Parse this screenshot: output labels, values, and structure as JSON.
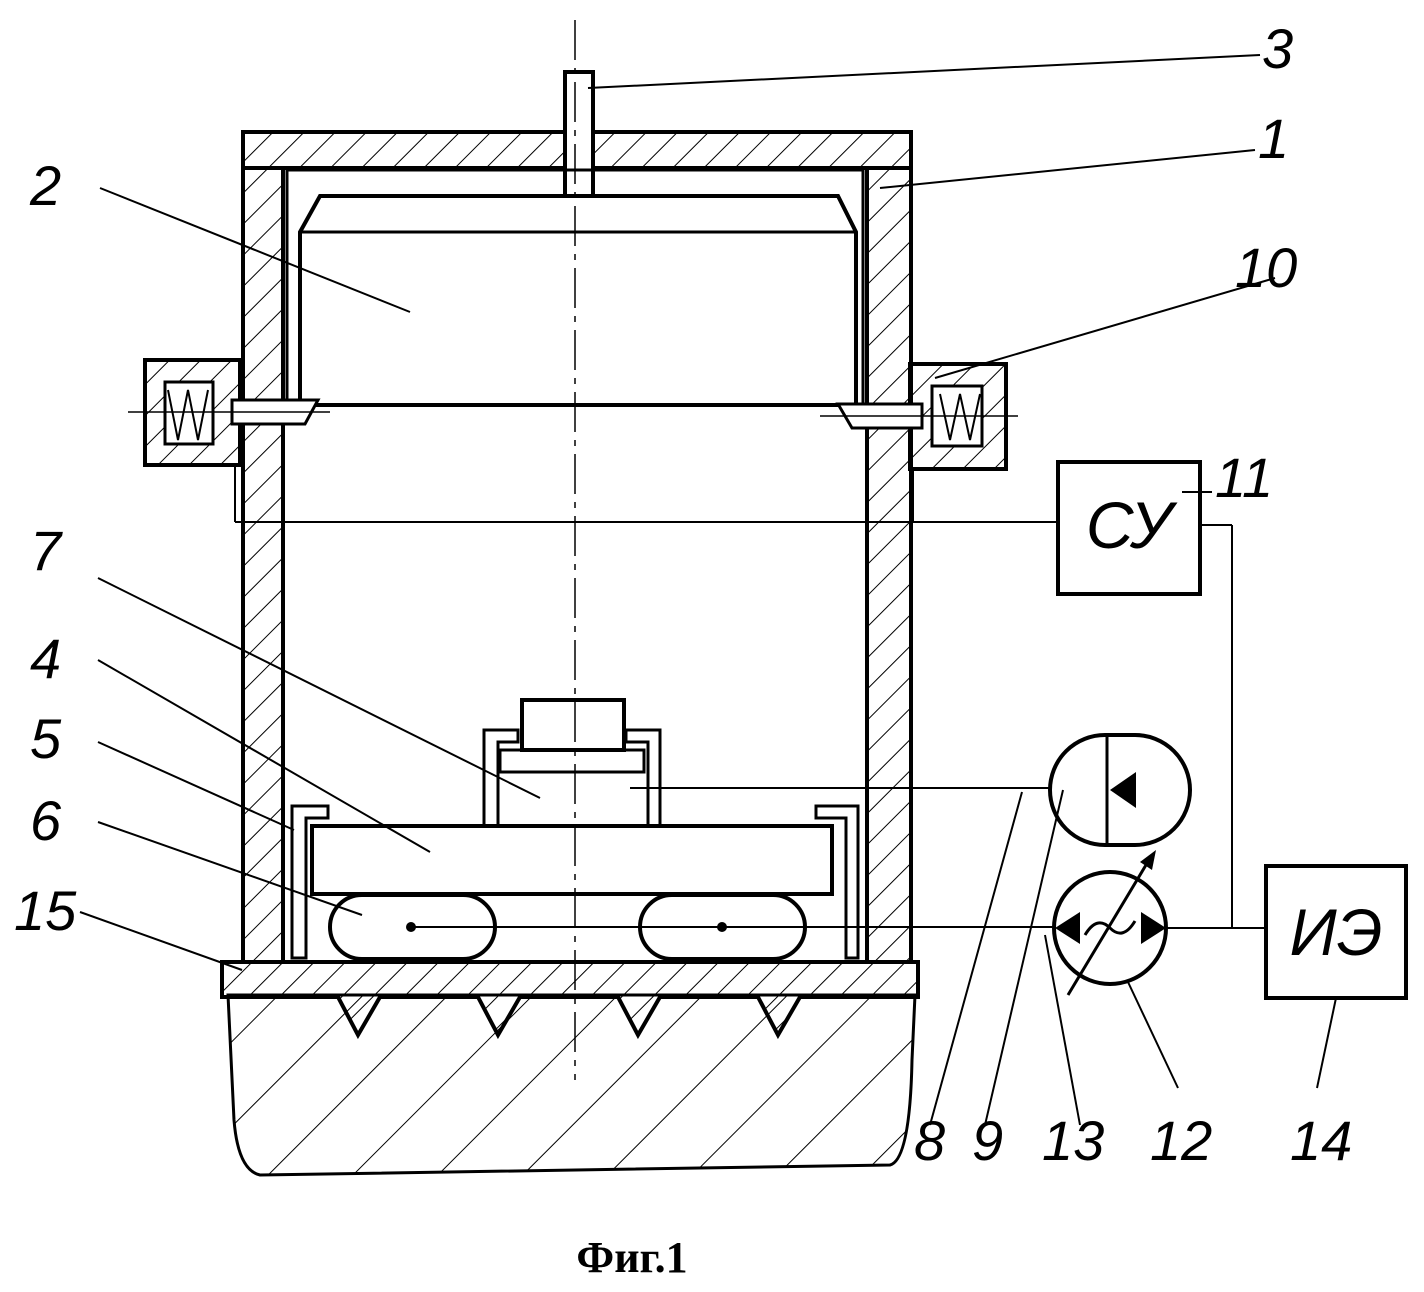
{
  "figure": {
    "caption": "Фиг.1",
    "callouts": [
      "1",
      "2",
      "3",
      "4",
      "5",
      "6",
      "7",
      "8",
      "9",
      "10",
      "11",
      "12",
      "13",
      "14",
      "15"
    ],
    "blocks": {
      "control_unit": "СУ",
      "energy_source": "ИЭ"
    }
  }
}
